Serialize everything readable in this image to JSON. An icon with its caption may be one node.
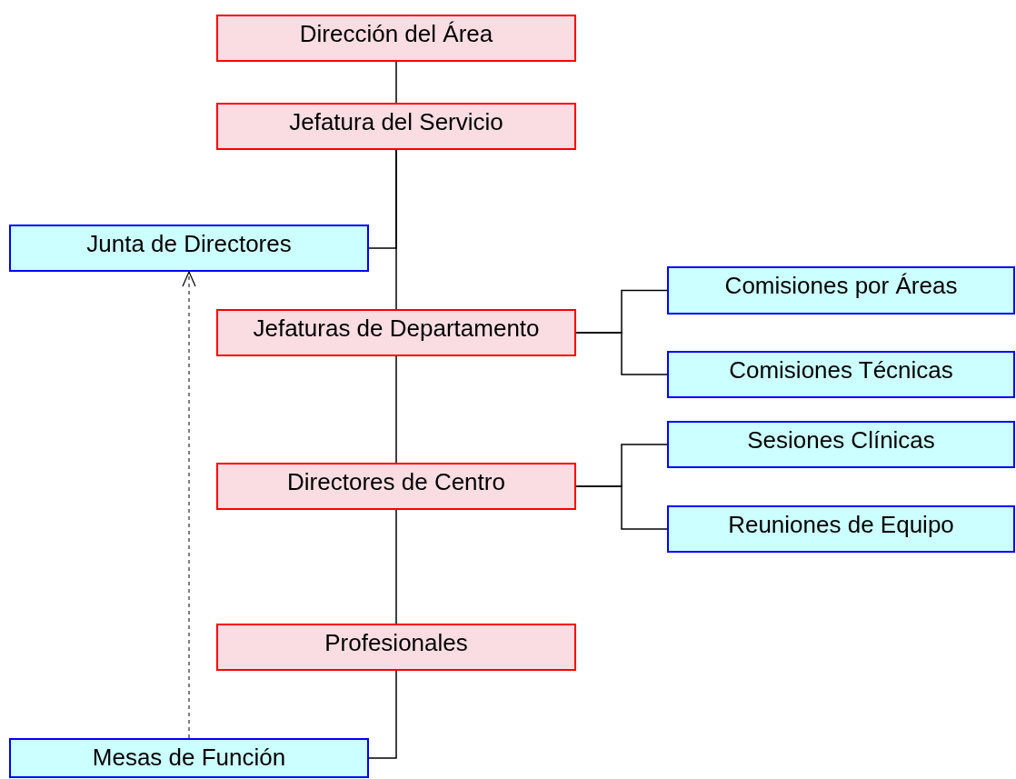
{
  "diagram": {
    "nodes": [
      {
        "text": [
          "Dirección del Área"
        ]
      },
      {
        "text": [
          "Jefatura del Servicio"
        ]
      },
      {
        "text": [
          "Junta de Directores"
        ]
      },
      {
        "text": [
          "Jefaturas de Departamento"
        ]
      },
      {
        "text": [
          "Comisiones por Áreas"
        ]
      },
      {
        "text": [
          "Comisiones Técnicas"
        ]
      },
      {
        "text": [
          "Directores de Centro"
        ]
      },
      {
        "text": [
          "Sesiones Clínicas"
        ]
      },
      {
        "text": [
          "Reuniones de Equipo"
        ]
      },
      {
        "text": [
          "Profesionales"
        ]
      },
      {
        "text": [
          "Mesas de Función"
        ]
      }
    ],
    "edges": [
      {
        "from": 0,
        "to": 1,
        "arrow": "none"
      },
      {
        "from": 1,
        "to": 2,
        "arrow": "none"
      },
      {
        "from": 1,
        "to": 3,
        "arrow": "none"
      },
      {
        "from": 3,
        "to": 4,
        "arrow": "none"
      },
      {
        "from": 3,
        "to": 5,
        "arrow": "none"
      },
      {
        "from": 3,
        "to": 6,
        "arrow": "none"
      },
      {
        "from": 6,
        "to": 7,
        "arrow": "none"
      },
      {
        "from": 6,
        "to": 8,
        "arrow": "none"
      },
      {
        "from": 6,
        "to": 9,
        "arrow": "none"
      },
      {
        "from": 9,
        "to": 10,
        "arrow": "none"
      },
      {
        "from": 10,
        "to": 2,
        "arrow": "to",
        "style": "dashed"
      }
    ]
  }
}
